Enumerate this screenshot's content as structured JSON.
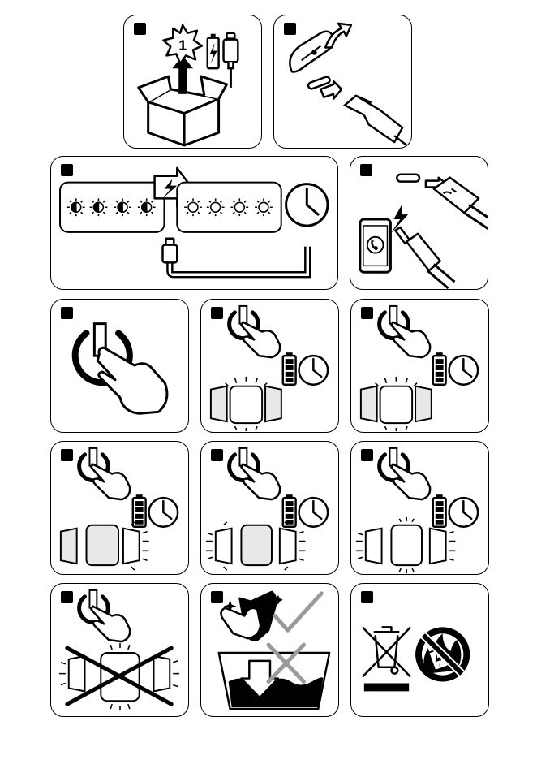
{
  "panels": [
    {
      "id": "p1",
      "icons": [
        "box-icon",
        "arrow-up-icon",
        "starburst-icon",
        "battery-icon",
        "usb-cable-icon"
      ],
      "callout_text": "1"
    },
    {
      "id": "p2",
      "icons": [
        "usb-c-port-icon",
        "cover-arrow-icon",
        "usb-c-plug-icon"
      ]
    },
    {
      "id": "p3",
      "icons": [
        "charging-indicator-icon",
        "charged-indicator-icon",
        "clock-icon",
        "usb-cable-icon"
      ]
    },
    {
      "id": "p4",
      "icons": [
        "usb-c-cable-icon",
        "smartphone-icon",
        "lightning-icon"
      ]
    },
    {
      "id": "p5",
      "icons": [
        "power-button-icon",
        "hand-icon"
      ]
    },
    {
      "id": "p6",
      "icons": [
        "power-button-icon",
        "hand-icon",
        "battery-icon",
        "clock-icon",
        "light-pad-icon"
      ]
    },
    {
      "id": "p7",
      "icons": [
        "power-button-icon",
        "hand-icon",
        "battery-icon",
        "clock-icon",
        "light-pad-icon"
      ]
    },
    {
      "id": "p8",
      "icons": [
        "power-button-icon",
        "hand-icon",
        "battery-icon",
        "clock-icon",
        "light-pad-icon"
      ]
    },
    {
      "id": "p9",
      "icons": [
        "power-button-icon",
        "hand-icon",
        "battery-icon",
        "clock-icon",
        "light-pad-icon"
      ]
    },
    {
      "id": "p10",
      "icons": [
        "power-button-icon",
        "hand-icon",
        "battery-icon",
        "clock-icon",
        "light-pad-icon"
      ]
    },
    {
      "id": "p11",
      "icons": [
        "power-button-icon",
        "hand-icon",
        "light-pad-icon",
        "cross-out-icon"
      ]
    },
    {
      "id": "p12",
      "icons": [
        "cloth-wipe-icon",
        "checkmark-icon",
        "water-basin-icon",
        "cross-icon"
      ]
    },
    {
      "id": "p13",
      "icons": [
        "weee-crossed-bin-icon",
        "no-fire-icon"
      ]
    }
  ]
}
